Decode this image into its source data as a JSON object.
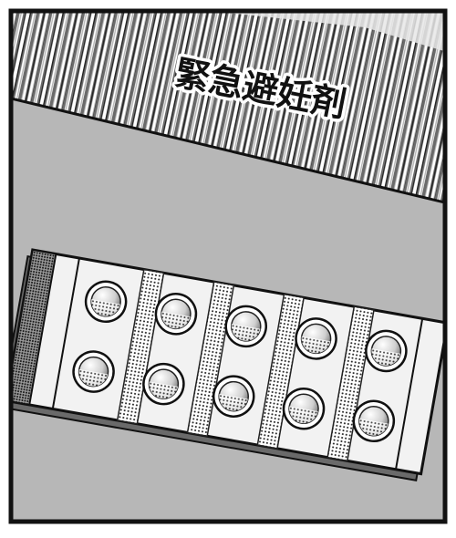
{
  "panel": {
    "caption": "緊急避妊剤"
  },
  "blister": {
    "rows": 2,
    "columns": 5
  },
  "colors": {
    "ink": "#111111",
    "paper": "#ffffff",
    "table_gray": "#b7b7b7",
    "foil_gray": "#f2f2f2"
  }
}
